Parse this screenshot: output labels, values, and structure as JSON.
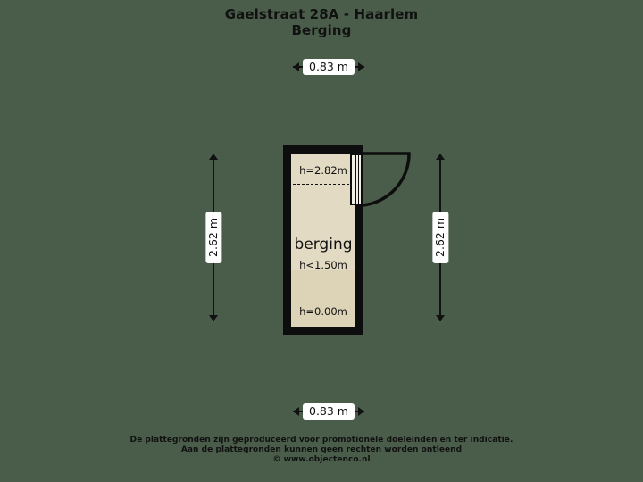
{
  "header": {
    "address": "Gaelstraat 28A - Haarlem",
    "floor": "Berging"
  },
  "dimensions": {
    "top_width": "0.83 m",
    "bottom_width": "0.83 m",
    "left_height": "2.62 m",
    "right_height": "2.62 m"
  },
  "plan": {
    "room_label": "berging",
    "height_ceiling": "h=2.82m",
    "height_low": "h<1.50m",
    "height_floor": "h=0.00m"
  },
  "colors": {
    "background": "#4a5d4a",
    "wall": "#0d0d0d",
    "floor_upper": "#e2dac2",
    "floor_lower": "#ddd4b8",
    "text": "#111111",
    "label_chip": "#ffffff"
  },
  "footer": {
    "line1": "De plattegronden zijn geproduceerd voor promotionele doeleinden en ter indicatie.",
    "line2": "Aan de plattegronden kunnen geen rechten worden ontleend",
    "line3": "© www.objectenco.nl"
  }
}
